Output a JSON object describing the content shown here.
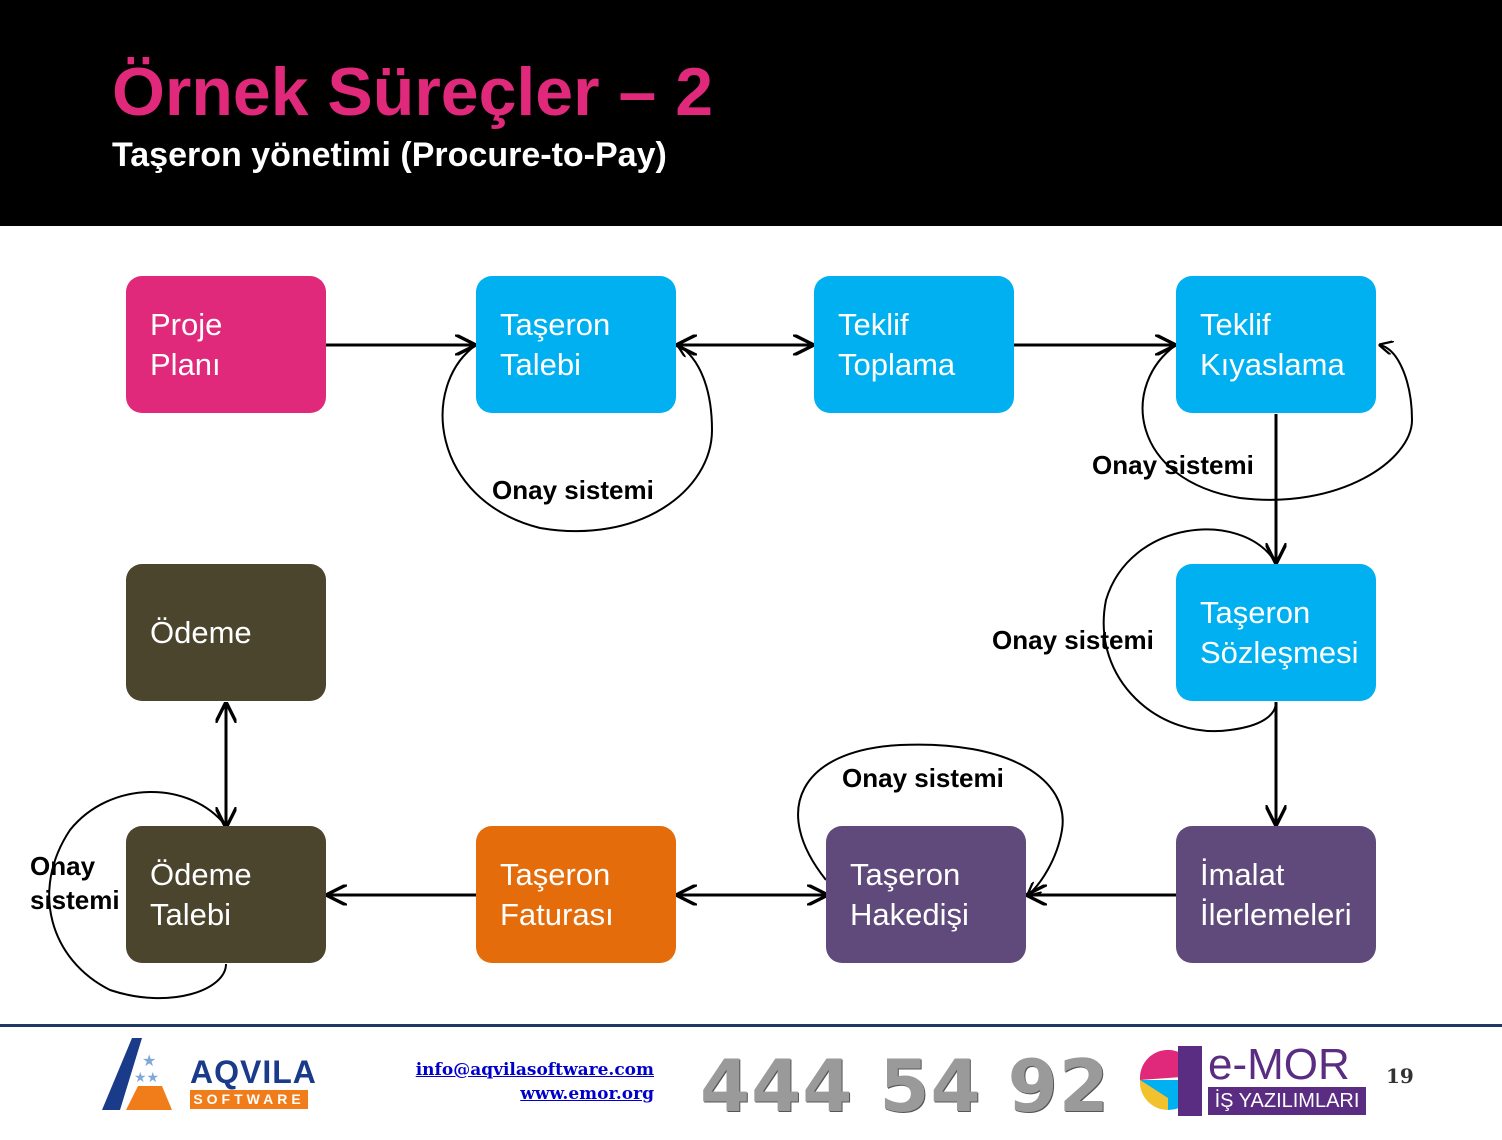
{
  "slide": {
    "title": "Örnek Süreçler – 2",
    "subtitle": "Taşeron yönetimi (Procure-to-Pay)"
  },
  "colors": {
    "pink": "#e0297a",
    "cyan": "#00b0f0",
    "olive": "#4b452e",
    "orange": "#e46c0a",
    "purple": "#604a7b"
  },
  "nodes": [
    {
      "id": "proje-plani",
      "lines": [
        "Proje",
        "Planı"
      ],
      "color": "#e0297a"
    },
    {
      "id": "taseron-talebi",
      "lines": [
        "Taşeron",
        "Talebi"
      ],
      "color": "#00b0f0"
    },
    {
      "id": "teklif-toplama",
      "lines": [
        "Teklif",
        "Toplama"
      ],
      "color": "#00b0f0"
    },
    {
      "id": "teklif-kiyaslama",
      "lines": [
        "Teklif",
        "Kıyaslama"
      ],
      "color": "#00b0f0"
    },
    {
      "id": "taseron-sozlesmesi",
      "lines": [
        "Taşeron",
        "Sözleşmesi"
      ],
      "color": "#00b0f0"
    },
    {
      "id": "imalat-ilerlemeleri",
      "lines": [
        "İmalat",
        "İlerlemeleri"
      ],
      "color": "#604a7b"
    },
    {
      "id": "taseron-hakedisi",
      "lines": [
        "Taşeron",
        "Hakedişi"
      ],
      "color": "#604a7b"
    },
    {
      "id": "taseron-faturasi",
      "lines": [
        "Taşeron",
        "Faturası"
      ],
      "color": "#e46c0a"
    },
    {
      "id": "odeme-talebi",
      "lines": [
        "Ödeme",
        "Talebi"
      ],
      "color": "#4b452e"
    },
    {
      "id": "odeme",
      "lines": [
        "Ödeme"
      ],
      "color": "#4b452e"
    }
  ],
  "labels": {
    "approval_1": "Onay sistemi",
    "approval_2": "Onay sistemi",
    "approval_3": "Onay sistemi",
    "approval_4": "Onay sistemi",
    "approval_5_line1": "Onay",
    "approval_5_line2": "sistemi"
  },
  "footer": {
    "aqvila_name": "AQVILA",
    "aqvila_sub": "SOFTWARE",
    "email": "info@aqvilasoftware.com",
    "website": "www.emor.org",
    "phone": "444 54 92",
    "emor_name": "e-MOR",
    "emor_sub": "İŞ YAZILIMLARI",
    "page": "19"
  }
}
